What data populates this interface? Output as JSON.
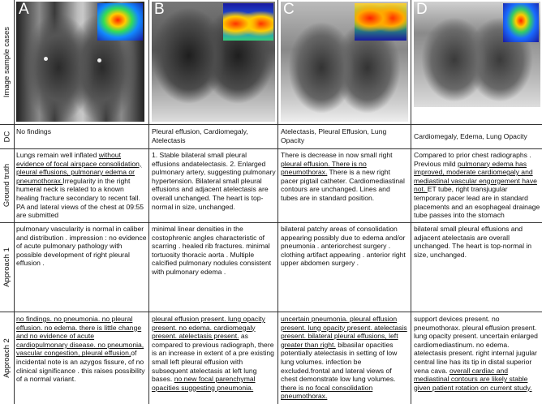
{
  "row_labels": {
    "images": "Image sample cases",
    "dc": "DC",
    "ground_truth": "Ground truth",
    "approach1": "Approach 1",
    "approach2": "Approach 2"
  },
  "cases": [
    {
      "letter": "A",
      "dc": "No findings",
      "ground_truth": [
        {
          "t": "Lungs remain well inflated ",
          "u": false
        },
        {
          "t": "without evidence of focal airspace consolidation, pleural effusions, pulmonary edema or pneumothorax.",
          "u": true
        },
        {
          "t": "Irregularity in the right humeral neck is related to a known healing fracture secondary to recent fall. PA and lateral views of the chest at 09:55 are submitted",
          "u": false
        }
      ],
      "approach1": [
        {
          "t": "pulmonary vascularity is normal in caliber and distribution . impression : no evidence of acute pulmonary pathology with possible development of right pleural effusion .",
          "u": false
        }
      ],
      "approach2": [
        {
          "t": "no findings. no pneumonia. no pleural effusion. no edema. there is little change and no evidence of acute cardiopulmonary disease. no pneumonia, vascular congestion, pleural effusion,",
          "u": true
        },
        {
          "t": "of incidental note is an azygos fissure, of no clinical significance . this raises possibility of a normal variant.",
          "u": false
        }
      ]
    },
    {
      "letter": "B",
      "dc": "Pleural effusion, Cardiomegaly, Atelectasis",
      "ground_truth": [
        {
          "t": "1. Stable bilateral small pleural effusions andatelectasis. 2. Enlarged pulmonary artery, suggesting pulmonary hypertension.  Bilateral small pleural effusions and adjacent atelectasis are overall unchanged. The heart is top-normal in size, unchanged.",
          "u": false
        }
      ],
      "approach1": [
        {
          "t": "minimal linear densities in the costophrenic angles characteristic of scarring . healed rib fractures. minimal tortuosity thoracic aorta . Multiple calcified pulmonary nodules consistent with pulmonary edema .",
          "u": false
        }
      ],
      "approach2": [
        {
          "t": "pleural effusion present. lung opacity present. no edema. cardiomegaly present. atelectasis present.",
          "u": true
        },
        {
          "t": " as compared to previous radiograph, there is an increase in extent of a pre existing small left pleural effusion with subsequent atelectasis at left lung bases. ",
          "u": false
        },
        {
          "t": "no new focal parenchymal opacities suggesting pneumonia.",
          "u": true
        }
      ]
    },
    {
      "letter": "C",
      "dc": "Atelectasis, Pleural Effusion, Lung Opacity",
      "ground_truth": [
        {
          "t": "There is decrease in now small right ",
          "u": false
        },
        {
          "t": "pleural effusion. There is no pneumothorax.",
          "u": true
        },
        {
          "t": " There is a new right pacer pigtail catheter. Cardiomediastinal contours are unchanged. Lines and tubes are in standard position.",
          "u": false
        }
      ],
      "approach1": [
        {
          "t": "bilateral patchy areas of consolidation appearing possibly due to edema and/or pneumonia . anteriorchest surgery . clothing artifact appearing . anterior right upper abdomen surgery .",
          "u": false
        }
      ],
      "approach2": [
        {
          "t": "uncertain pneumonia. pleural effusion present. lung opacity present. atelectasis present. bilateral pleural effusions, left greater than right.",
          "u": true
        },
        {
          "t": " bibasilar opacities potentially atelectasis in setting of low lung volumes. infection be excluded.frontal and lateral views of chest demonstrate low lung volumes. ",
          "u": false
        },
        {
          "t": "there is no focal consolidation pneumothorax.",
          "u": true
        }
      ]
    },
    {
      "letter": "D",
      "dc": "Cardiomegaly, Edema, Lung Opacity",
      "ground_truth": [
        {
          "t": "Compared to prior chest radiographs . Previous mild ",
          "u": false
        },
        {
          "t": "pulmonary edema has improved, moderate cardiomegaly and mediastinal vascular engorgement have not. ",
          "u": true
        },
        {
          "t": "ET tube, right transjugular temporary pacer lead are in standard placements and an esophageal drainage tube passes into the stomach",
          "u": false
        }
      ],
      "approach1": [
        {
          "t": "bilateral small pleural effusions and adjacent atelectasis are overall unchanged. The heart is top-normal in size, unchanged.",
          "u": false
        }
      ],
      "approach2": [
        {
          "t": "support devices present. no pneumothorax. pleural effusion present. lung opacity present. uncertain enlarged cardiomediastinum. no edema. atelectasis present. right internal jugular central line has its tip in distal superior vena cava. ",
          "u": false
        },
        {
          "t": "overall cardiac and mediastinal contours are likely stable given patient rotation on current study.",
          "u": true
        }
      ]
    }
  ]
}
